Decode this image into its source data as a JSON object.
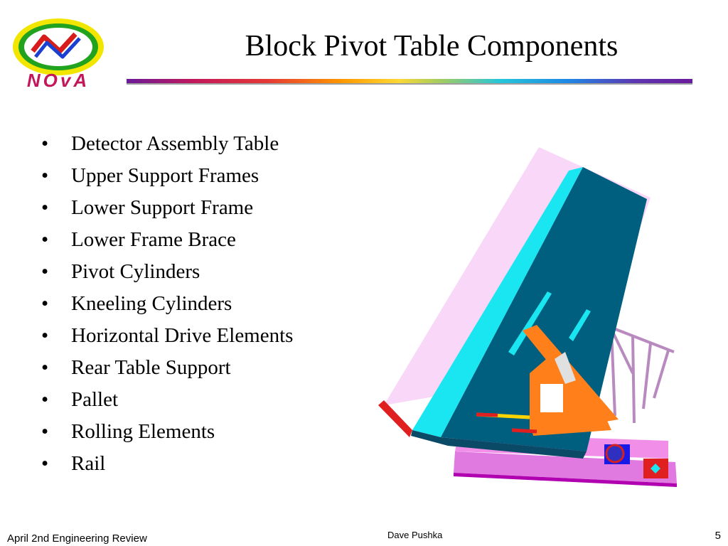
{
  "slide": {
    "title": "Block Pivot Table Components",
    "bullet_char": "•",
    "bullets": [
      "Detector Assembly Table",
      "Upper Support Frames",
      "Lower Support Frame",
      "Lower Frame Brace",
      "Pivot Cylinders",
      "Kneeling Cylinders",
      "Horizontal Drive Elements",
      "Rear Table Support",
      "Pallet",
      "Rolling Elements",
      "Rail"
    ]
  },
  "logo": {
    "text": "NOvA"
  },
  "footer": {
    "left": "April 2nd Engineering Review",
    "center": "Dave Pushka",
    "page_number": "5"
  },
  "colors": {
    "title": "#000000",
    "table_face": "#005f7f",
    "table_side": "#19e6f0",
    "table_top": "#f8d7f8",
    "frames": "#ff7f1a",
    "pallet": "#f08ee8",
    "rail": "#cc00cc"
  }
}
